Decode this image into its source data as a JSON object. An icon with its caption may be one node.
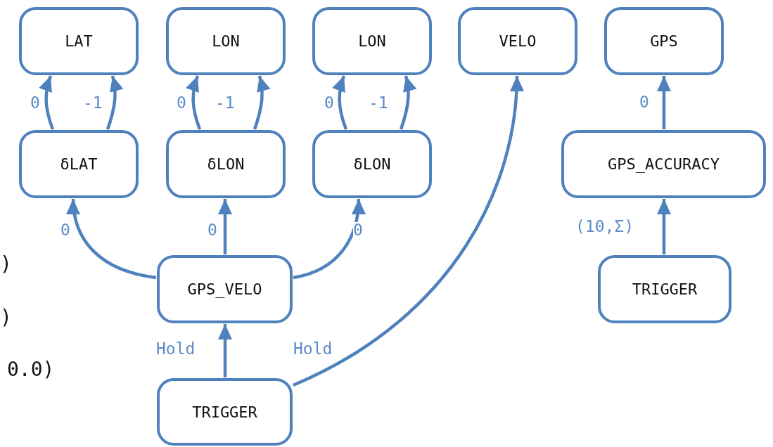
{
  "diagram": {
    "nodes": [
      {
        "text": [
          "LAT"
        ]
      },
      {
        "text": [
          "LON"
        ]
      },
      {
        "text": [
          "LON"
        ]
      },
      {
        "text": [
          "VELO"
        ]
      },
      {
        "text": [
          "GPS"
        ]
      },
      {
        "text": [
          "δLAT"
        ]
      },
      {
        "text": [
          "δLON"
        ]
      },
      {
        "text": [
          "δLON"
        ]
      },
      {
        "text": [
          "GPS_ACCURACY"
        ]
      },
      {
        "text": [
          "GPS_VELO"
        ]
      },
      {
        "text": [
          "TRIGGER"
        ]
      },
      {
        "text": [
          "TRIGGER"
        ]
      }
    ],
    "edges": [
      {
        "from": 5,
        "to": 0,
        "arrow": "to",
        "label": "0"
      },
      {
        "from": 5,
        "to": 0,
        "arrow": "to",
        "label": "-1"
      },
      {
        "from": 6,
        "to": 1,
        "arrow": "to",
        "label": "0"
      },
      {
        "from": 6,
        "to": 1,
        "arrow": "to",
        "label": "-1"
      },
      {
        "from": 7,
        "to": 2,
        "arrow": "to",
        "label": "0"
      },
      {
        "from": 7,
        "to": 2,
        "arrow": "to",
        "label": "-1"
      },
      {
        "from": 9,
        "to": 5,
        "arrow": "to",
        "label": "0"
      },
      {
        "from": 9,
        "to": 6,
        "arrow": "to",
        "label": "0"
      },
      {
        "from": 9,
        "to": 7,
        "arrow": "to",
        "label": "0"
      },
      {
        "from": 11,
        "to": 9,
        "arrow": "to",
        "label": "Hold"
      },
      {
        "from": 11,
        "to": 3,
        "arrow": "to",
        "label": "Hold"
      },
      {
        "from": 8,
        "to": 4,
        "arrow": "to",
        "label": "0"
      },
      {
        "from": 10,
        "to": 8,
        "arrow": "to",
        "label": "(10,Σ)"
      }
    ],
    "labels": [
      ")",
      ")",
      "0.0)"
    ]
  }
}
